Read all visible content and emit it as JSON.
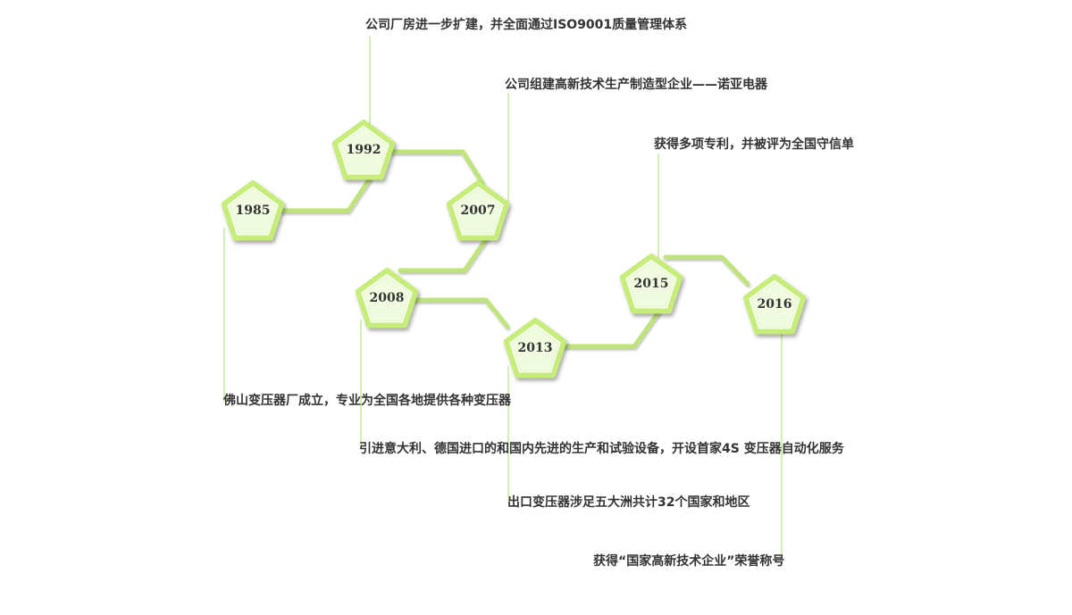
{
  "colors": {
    "hexagon_stroke": "#c6ec7a",
    "hexagon_inner": "#f0fbe0",
    "connector": "#bfe57a",
    "leader_line": "#a6e06c",
    "text": "#333333"
  },
  "milestones": [
    {
      "year": "1985",
      "text": "佛山变压器厂成立，专业为全国各地提供各种变压器"
    },
    {
      "year": "1992",
      "text": "公司厂房进一步扩建，并全面通过ISO9001质量管理体系"
    },
    {
      "year": "2007",
      "text": "公司组建高新技术生产制造型企业——诺亚电器"
    },
    {
      "year": "2008",
      "text": "引进意大利、德国进口的和国内先进的生产和试验设备，开设首家4S 变压器自动化服务"
    },
    {
      "year": "2013",
      "text": "出口变压器涉足五大洲共计32个国家和地区"
    },
    {
      "year": "2015",
      "text": "获得多项专利，并被评为全国守信单"
    },
    {
      "year": "2016",
      "text": "获得“国家高新技术企业”荣誉称号"
    }
  ]
}
